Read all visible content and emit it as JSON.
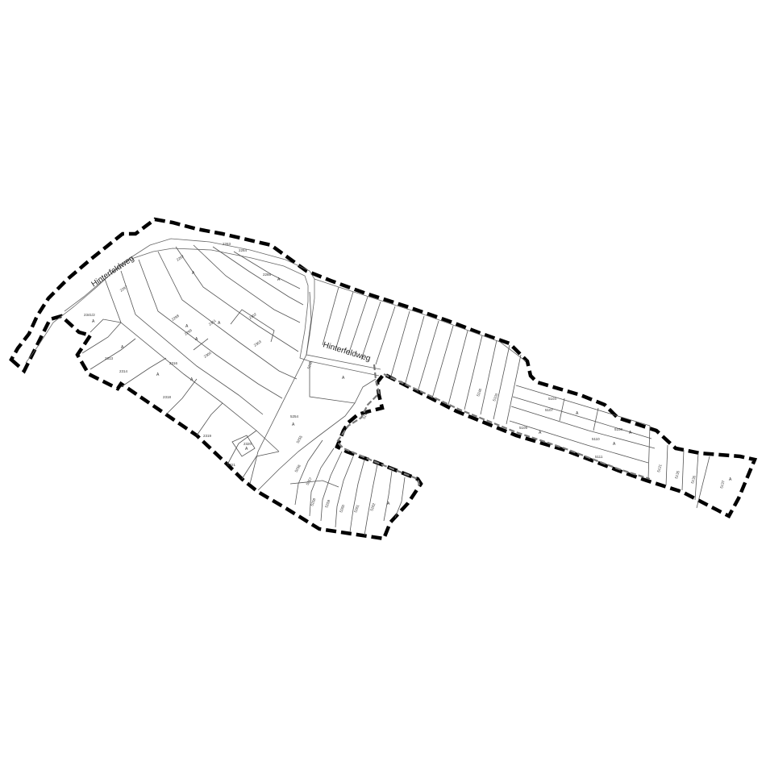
{
  "map": {
    "streets": [
      {
        "name": "Hinterfeldweg"
      },
      {
        "name": "Hinterfeldweg"
      }
    ],
    "parcels": [
      "2341/2",
      "2313",
      "2314",
      "2316",
      "2318",
      "2319",
      "2320",
      "2321",
      "2297",
      "2298",
      "2299",
      "2300",
      "2301",
      "2302",
      "2303",
      "2262",
      "2263",
      "2264",
      "2266",
      "5254",
      "5255",
      "5256",
      "5257",
      "5258",
      "5259",
      "5260",
      "5261",
      "5262",
      "5248",
      "5246",
      "5103",
      "5104",
      "5107",
      "5108",
      "5109",
      "5110",
      "5111",
      "5121",
      "5135",
      "5136",
      "5137",
      "5141"
    ],
    "parcel_letter": "A"
  }
}
